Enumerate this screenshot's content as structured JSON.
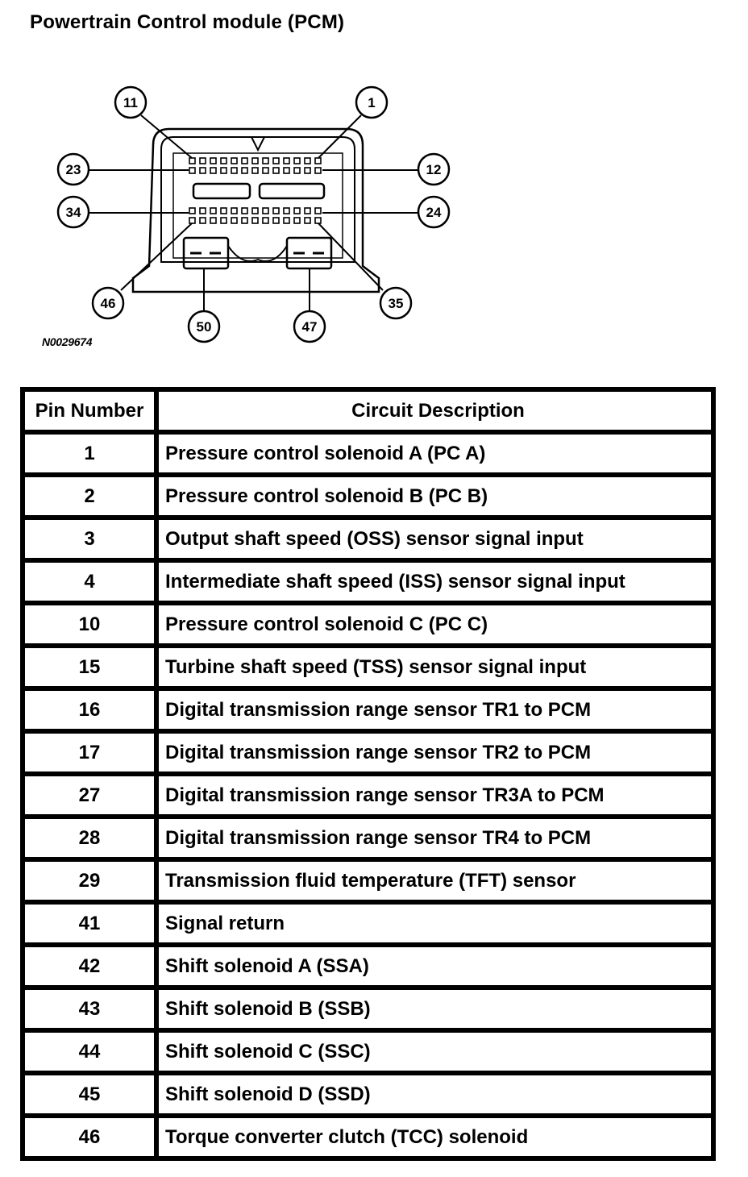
{
  "title": "Powertrain Control module (PCM)",
  "figure_id": "N0029674",
  "callouts": [
    "11",
    "1",
    "23",
    "12",
    "34",
    "24",
    "46",
    "50",
    "47",
    "35"
  ],
  "table": {
    "headers": [
      "Pin Number",
      "Circuit Description"
    ],
    "rows": [
      {
        "pin": "1",
        "desc": "Pressure control solenoid A (PC A)"
      },
      {
        "pin": "2",
        "desc": "Pressure control solenoid B (PC B)"
      },
      {
        "pin": "3",
        "desc": "Output shaft speed (OSS) sensor signal input"
      },
      {
        "pin": "4",
        "desc": "Intermediate shaft speed (ISS) sensor signal input"
      },
      {
        "pin": "10",
        "desc": "Pressure control solenoid C (PC C)"
      },
      {
        "pin": "15",
        "desc": "Turbine shaft speed (TSS) sensor signal input"
      },
      {
        "pin": "16",
        "desc": "Digital transmission range sensor TR1 to PCM"
      },
      {
        "pin": "17",
        "desc": "Digital transmission range sensor TR2 to PCM"
      },
      {
        "pin": "27",
        "desc": "Digital transmission range sensor TR3A to PCM"
      },
      {
        "pin": "28",
        "desc": "Digital transmission range sensor TR4 to PCM"
      },
      {
        "pin": "29",
        "desc": "Transmission fluid temperature (TFT) sensor"
      },
      {
        "pin": "41",
        "desc": "Signal return"
      },
      {
        "pin": "42",
        "desc": "Shift solenoid A (SSA)"
      },
      {
        "pin": "43",
        "desc": "Shift solenoid B (SSB)"
      },
      {
        "pin": "44",
        "desc": "Shift solenoid C (SSC)"
      },
      {
        "pin": "45",
        "desc": "Shift solenoid D (SSD)"
      },
      {
        "pin": "46",
        "desc": "Torque converter clutch (TCC) solenoid"
      }
    ]
  }
}
